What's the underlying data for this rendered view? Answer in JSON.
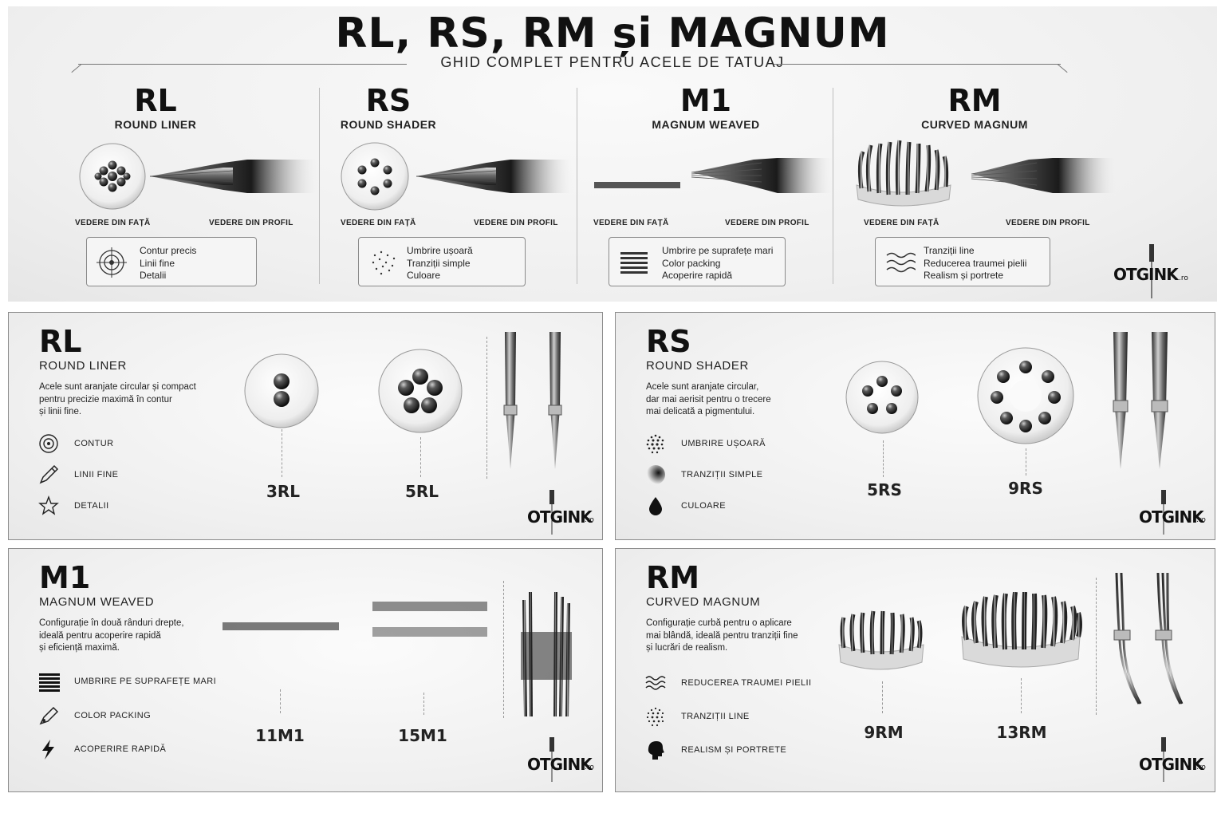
{
  "header": {
    "title": "RL, RS, RM și MAGNUM",
    "subtitle": "GHID COMPLET PENTRU ACELE DE TATUAJ",
    "columns": [
      {
        "code": "RL",
        "name": "ROUND LINER",
        "front_label": "VEDERE DIN FAȚĂ",
        "profile_label": "VEDERE DIN PROFIL",
        "features": [
          "Contur precis",
          "Linii fine",
          "Detalii"
        ],
        "icon": "target-icon"
      },
      {
        "code": "RS",
        "name": "ROUND SHADER",
        "front_label": "VEDERE DIN FAȚĂ",
        "profile_label": "VEDERE DIN PROFIL",
        "features": [
          "Umbrire ușoară",
          "Tranziții simple",
          "Culoare"
        ],
        "icon": "dots-icon"
      },
      {
        "code": "M1",
        "name": "MAGNUM WEAVED",
        "front_label": "VEDERE DIN FAȚĂ",
        "profile_label": "VEDERE DIN PROFIL",
        "features": [
          "Umbrire pe suprafețe mari",
          "Color packing",
          "Acoperire rapidă"
        ],
        "icon": "lines-icon"
      },
      {
        "code": "RM",
        "name": "CURVED MAGNUM",
        "front_label": "VEDERE DIN FAȚĂ",
        "profile_label": "VEDERE DIN PROFIL",
        "features": [
          "Tranziții line",
          "Reducerea traumei pielii",
          "Realism și portrete"
        ],
        "icon": "waves-icon"
      }
    ]
  },
  "brand": {
    "logo": "OTGINK",
    "suffix": ".ro"
  },
  "panels": {
    "rl": {
      "code": "RL",
      "name": "ROUND LINER",
      "description": "Acele sunt aranjate circular și compact\npentru precizie maximă în contur\nși linii fine.",
      "features": [
        {
          "icon": "target-icon",
          "label": "CONTUR"
        },
        {
          "icon": "pen-icon",
          "label": "LINII FINE"
        },
        {
          "icon": "star-icon",
          "label": "DETALII"
        }
      ],
      "sizes": [
        "3RL",
        "5RL"
      ]
    },
    "rs": {
      "code": "RS",
      "name": "ROUND SHADER",
      "description": "Acele sunt aranjate circular,\ndar mai aerisit pentru o trecere\nmai delicată a pigmentului.",
      "features": [
        {
          "icon": "dotted-circle-icon",
          "label": "UMBRIRE UȘOARĂ"
        },
        {
          "icon": "gradient-icon",
          "label": "TRANZIȚII SIMPLE"
        },
        {
          "icon": "drop-icon",
          "label": "CULOARE"
        }
      ],
      "sizes": [
        "5RS",
        "9RS"
      ]
    },
    "m1": {
      "code": "M1",
      "name": "MAGNUM WEAVED",
      "description": "Configurație în două rânduri drepte,\nideală pentru acoperire rapidă\nși eficiență maximă.",
      "features": [
        {
          "icon": "stripes-icon",
          "label": "UMBRIRE PE SUPRAFEȚE MARI"
        },
        {
          "icon": "marker-icon",
          "label": "COLOR PACKING"
        },
        {
          "icon": "lightning-icon",
          "label": "ACOPERIRE RAPIDĂ"
        }
      ],
      "sizes": [
        "11M1",
        "15M1"
      ]
    },
    "rm": {
      "code": "RM",
      "name": "CURVED MAGNUM",
      "description": "Configurație curbă pentru o aplicare\nmai blândă, ideală pentru tranziții fine\nși lucrări de realism.",
      "features": [
        {
          "icon": "waves-icon",
          "label": "REDUCEREA TRAUMEI PIELII"
        },
        {
          "icon": "dotted-circle-icon",
          "label": "TRANZIȚII LINE"
        },
        {
          "icon": "head-icon",
          "label": "REALISM ȘI PORTRETE"
        }
      ],
      "sizes": [
        "9RM",
        "13RM"
      ]
    }
  },
  "colors": {
    "ink": "#111111",
    "steel": "#6b6b6b",
    "panel_bg": "#f0f0f0",
    "border": "#8c8c8c"
  }
}
